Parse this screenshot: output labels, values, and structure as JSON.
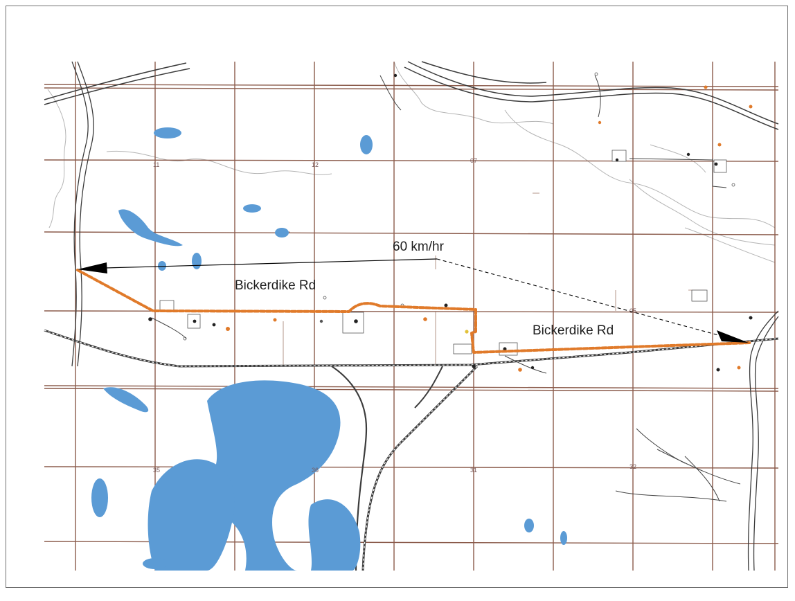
{
  "map": {
    "road_labels": [
      "Bickerdike Rd",
      "Bickerdike Rd"
    ],
    "speed_label": "60 km/hr",
    "section_numbers": [
      "11",
      "12",
      "07",
      "35",
      "36",
      "31",
      "32",
      "05"
    ],
    "colors": {
      "water": "#5b9bd5",
      "route": "#e07a2a",
      "grid": "#8a5a4a",
      "railway": "#3c3c3c",
      "contour": "#a7a7a7",
      "arrow": "#000000"
    }
  }
}
